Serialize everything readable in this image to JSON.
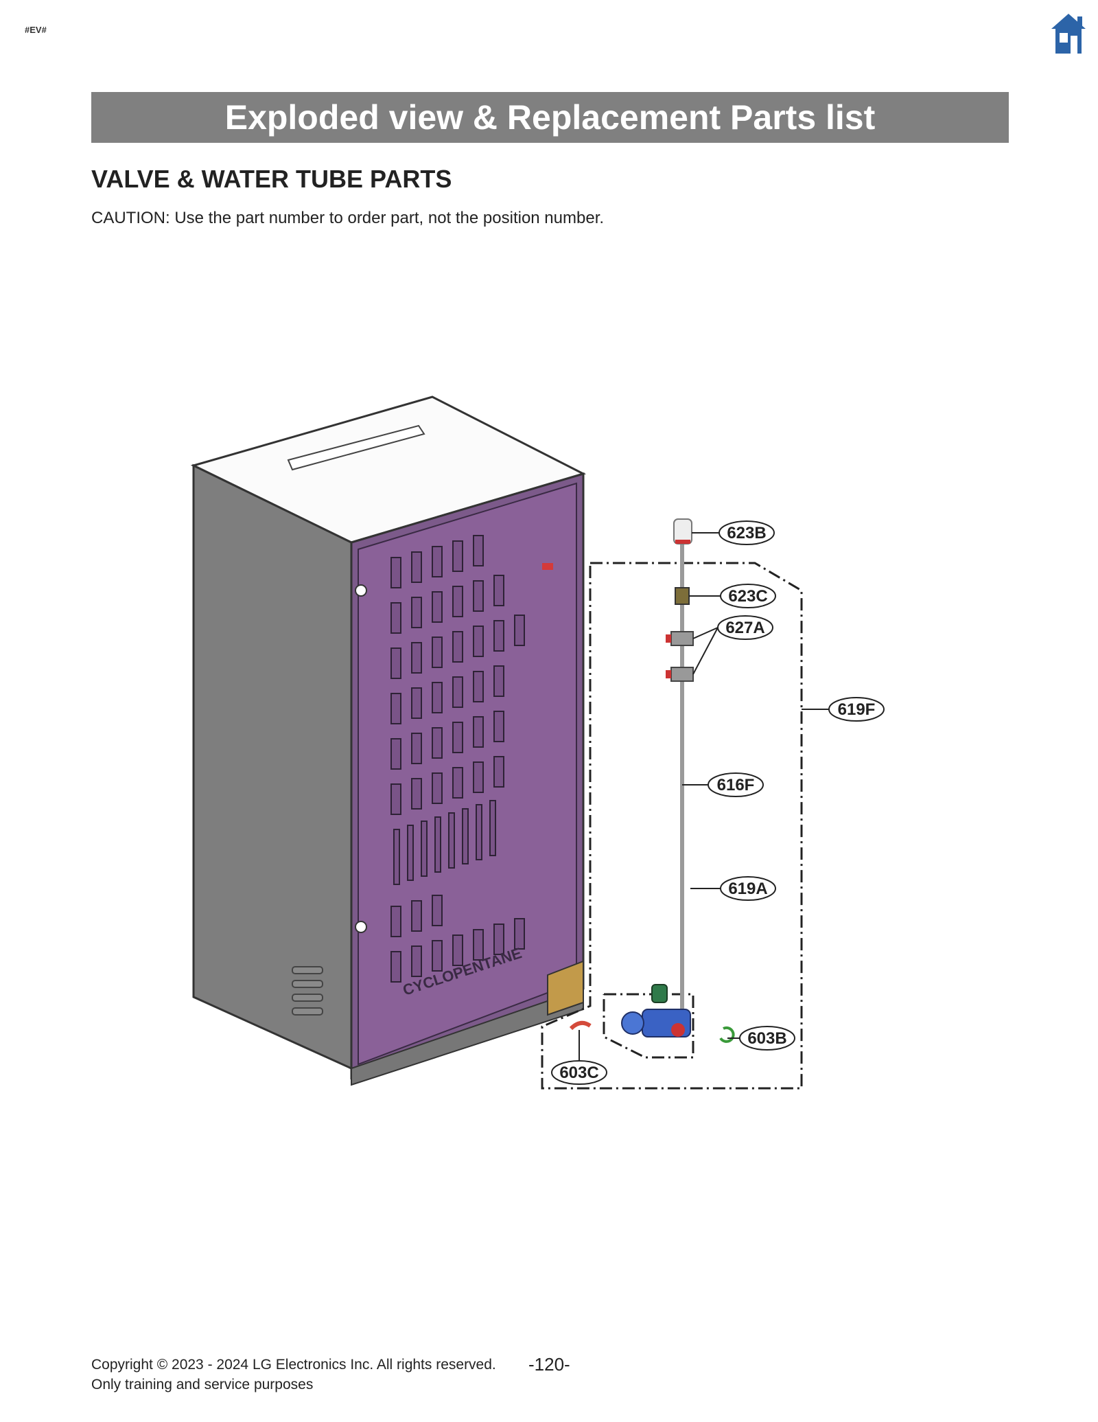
{
  "header": {
    "tag": "#EV#",
    "home_icon": "home-icon",
    "brand_color": "#2c64a8"
  },
  "banner": {
    "title": "Exploded view & Replacement Parts list"
  },
  "section": {
    "title": "VALVE & WATER TUBE PARTS",
    "caution": "CAUTION: Use the part number to order part, not the position number."
  },
  "diagram": {
    "cabinet_text": "CYCLOPENTANE",
    "callouts": {
      "c623B": "623B",
      "c623C": "623C",
      "c627A": "627A",
      "c619F": "619F",
      "c616F": "616F",
      "c619A": "619A",
      "c603B": "603B",
      "c603C": "603C"
    }
  },
  "footer": {
    "copyright": "Copyright © 2023 - 2024 LG Electronics Inc. All rights reserved.",
    "purpose": "Only training and service purposes",
    "page": "-120-"
  }
}
